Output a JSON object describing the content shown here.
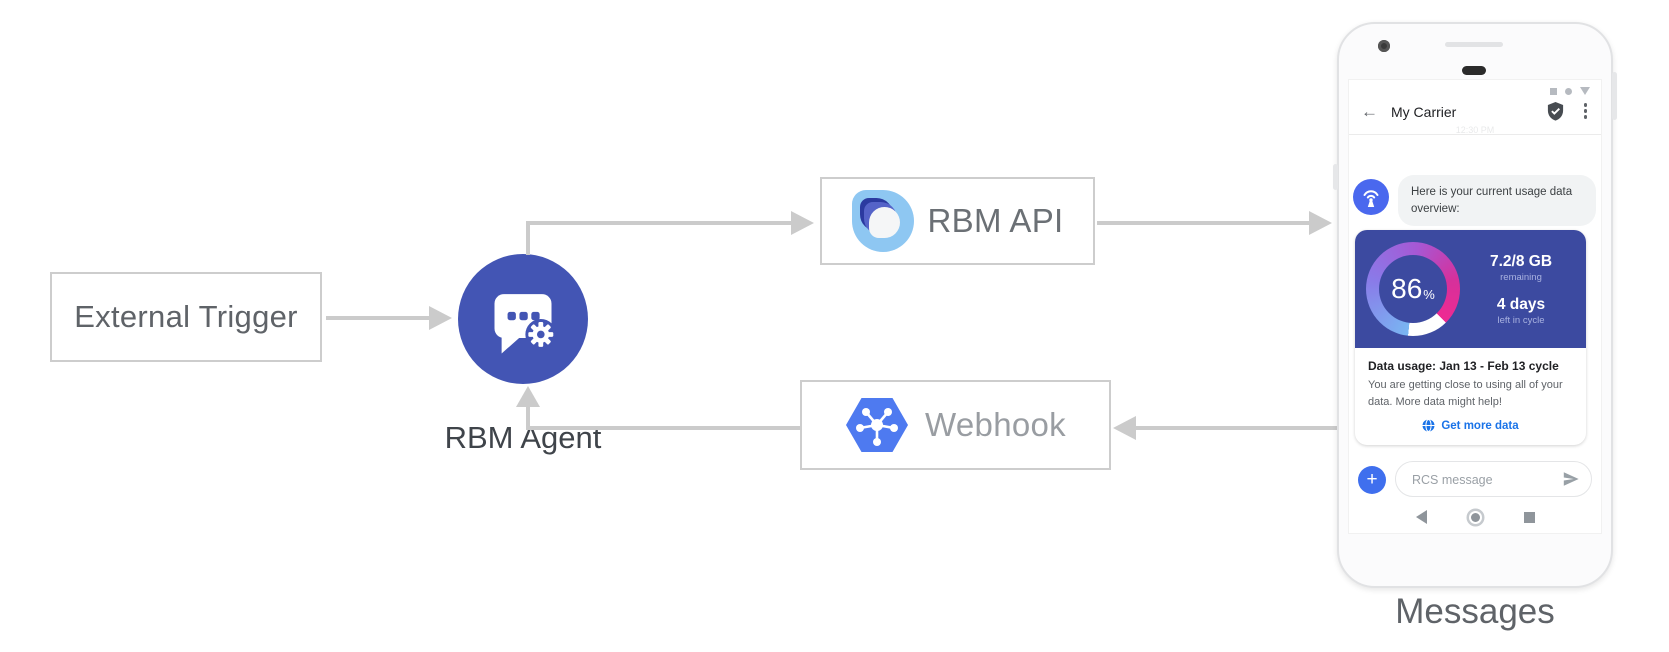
{
  "diagram": {
    "external_trigger_label": "External Trigger",
    "rbm_agent_label": "RBM Agent",
    "rbm_api_label": "RBM API",
    "webhook_label": "Webhook",
    "phone_caption": "Messages"
  },
  "phone": {
    "header": {
      "back_icon": "←",
      "title": "My Carrier"
    },
    "timestamp": "12:30 PM",
    "agent_message": "Here is your current usage data overview:",
    "usage_card": {
      "percent": "86",
      "percent_unit": "%",
      "remaining_value": "7.2/8 GB",
      "remaining_label": "remaining",
      "days_value": "4 days",
      "days_label": "left in cycle",
      "title": "Data usage: Jan 13 - Feb 13 cycle",
      "body": "You are getting close to using all of your data. More data might help!",
      "link_label": "Get more data"
    },
    "compose": {
      "plus_label": "+",
      "placeholder": "RCS message"
    }
  },
  "colors": {
    "arrow": "#cbcbcb",
    "agent_circle": "#4355b4",
    "card_blue": "#3c4aa0",
    "avatar_blue": "#4a68ee",
    "webhook_hexagon": "#4e7af0",
    "link_blue": "#1a73e8",
    "gauge_gradient": [
      "#79b6f2",
      "#8a7ae8",
      "#a658d4",
      "#ee2a92"
    ]
  }
}
